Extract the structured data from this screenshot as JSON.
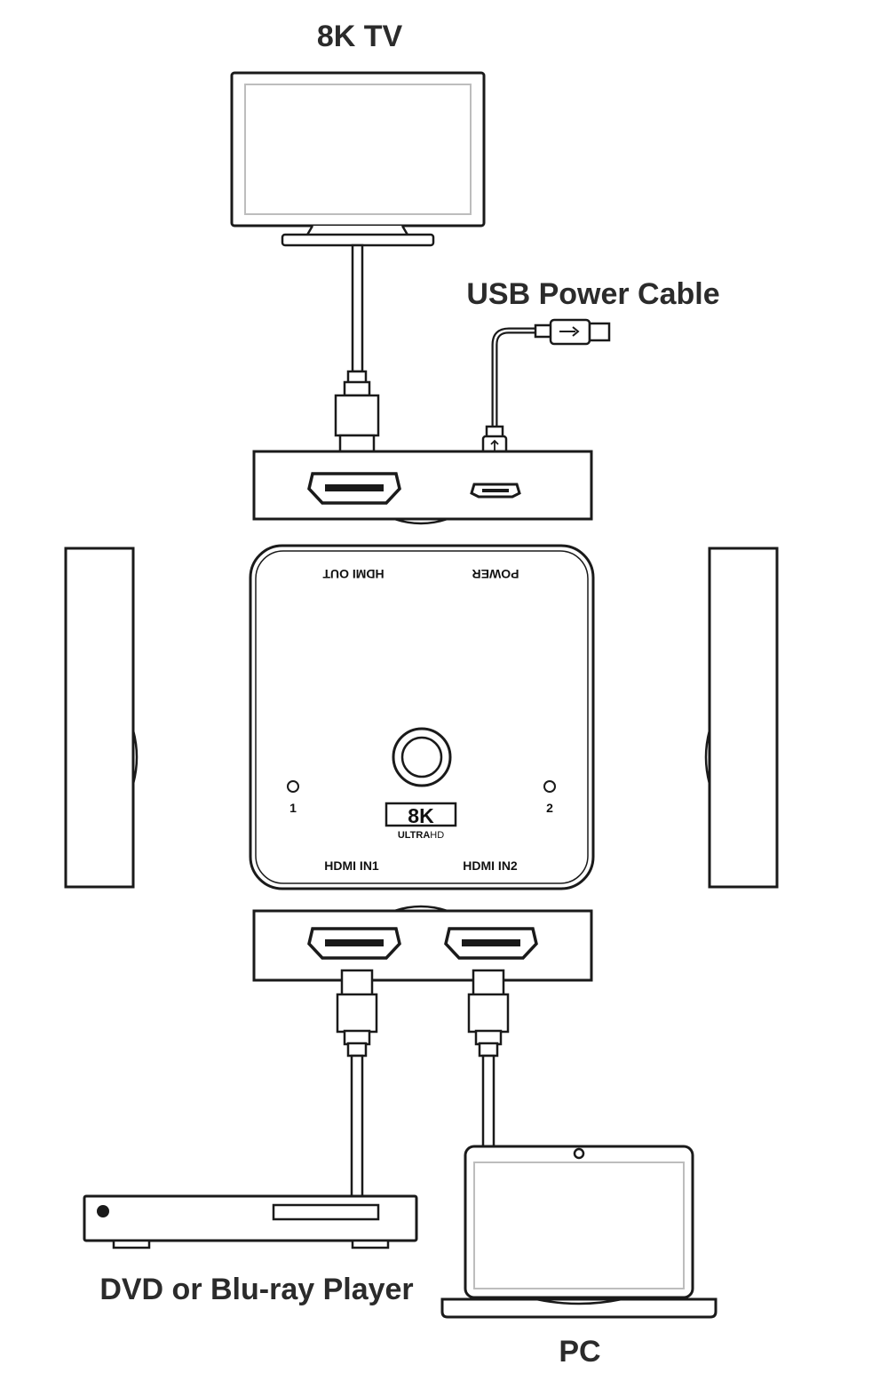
{
  "labels": {
    "tv": "8K TV",
    "usb": "USB Power Cable",
    "dvd": "DVD or Blu-ray Player",
    "pc": "PC"
  },
  "switch": {
    "hdmi_out": "HDMI OUT",
    "power": "POWER",
    "in1": "HDMI IN1",
    "in2": "HDMI IN2",
    "led1": "1",
    "led2": "2",
    "badge_main": "8K",
    "badge_sub_bold": "ULTRA",
    "badge_sub_light": "HD"
  },
  "colors": {
    "line": "#1a1a1a",
    "label": "#2b2b2b",
    "screen_frame": "#bdbdbd"
  }
}
